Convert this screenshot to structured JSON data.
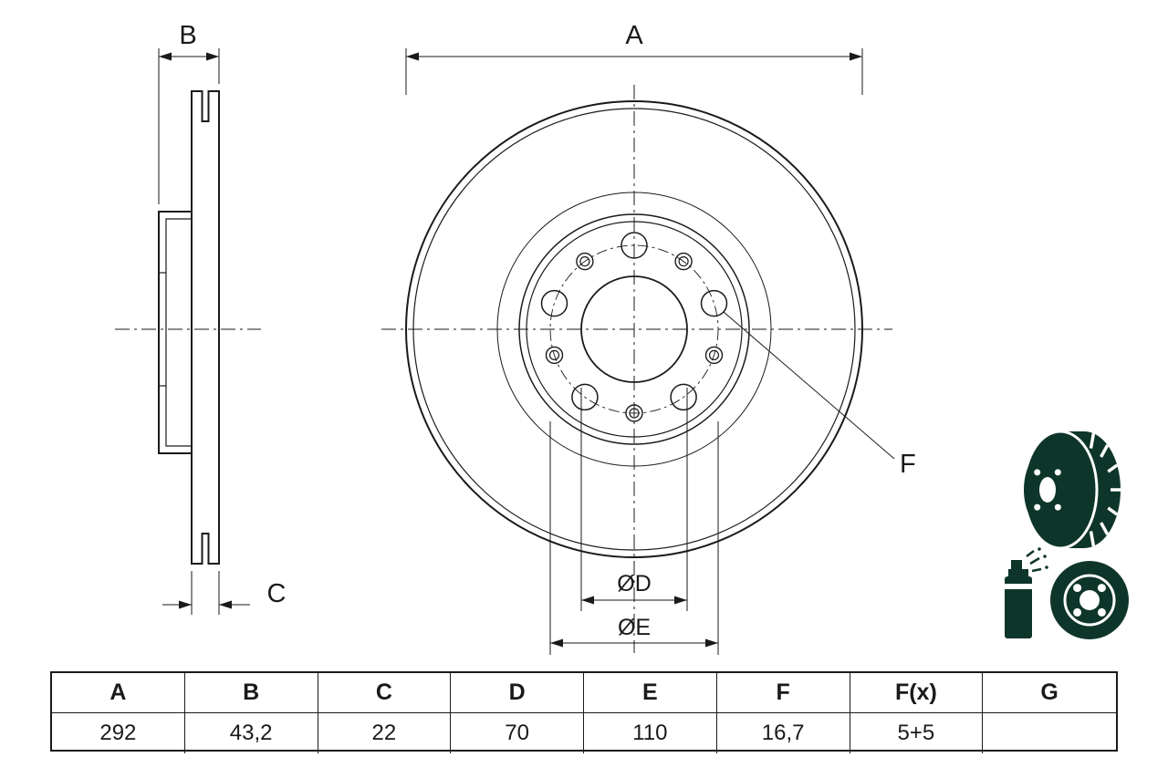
{
  "drawing": {
    "dim_labels": {
      "a": "A",
      "b": "B",
      "c": "C",
      "d": "ØD",
      "e": "ØE",
      "f": "F"
    }
  },
  "table": {
    "headers": [
      "A",
      "B",
      "C",
      "D",
      "E",
      "F",
      "F(x)",
      "G"
    ],
    "values": [
      "292",
      "43,2",
      "22",
      "70",
      "110",
      "16,7",
      "5+5",
      ""
    ]
  },
  "colors": {
    "line": "#1a1a1a",
    "icon": "#0e352a"
  }
}
